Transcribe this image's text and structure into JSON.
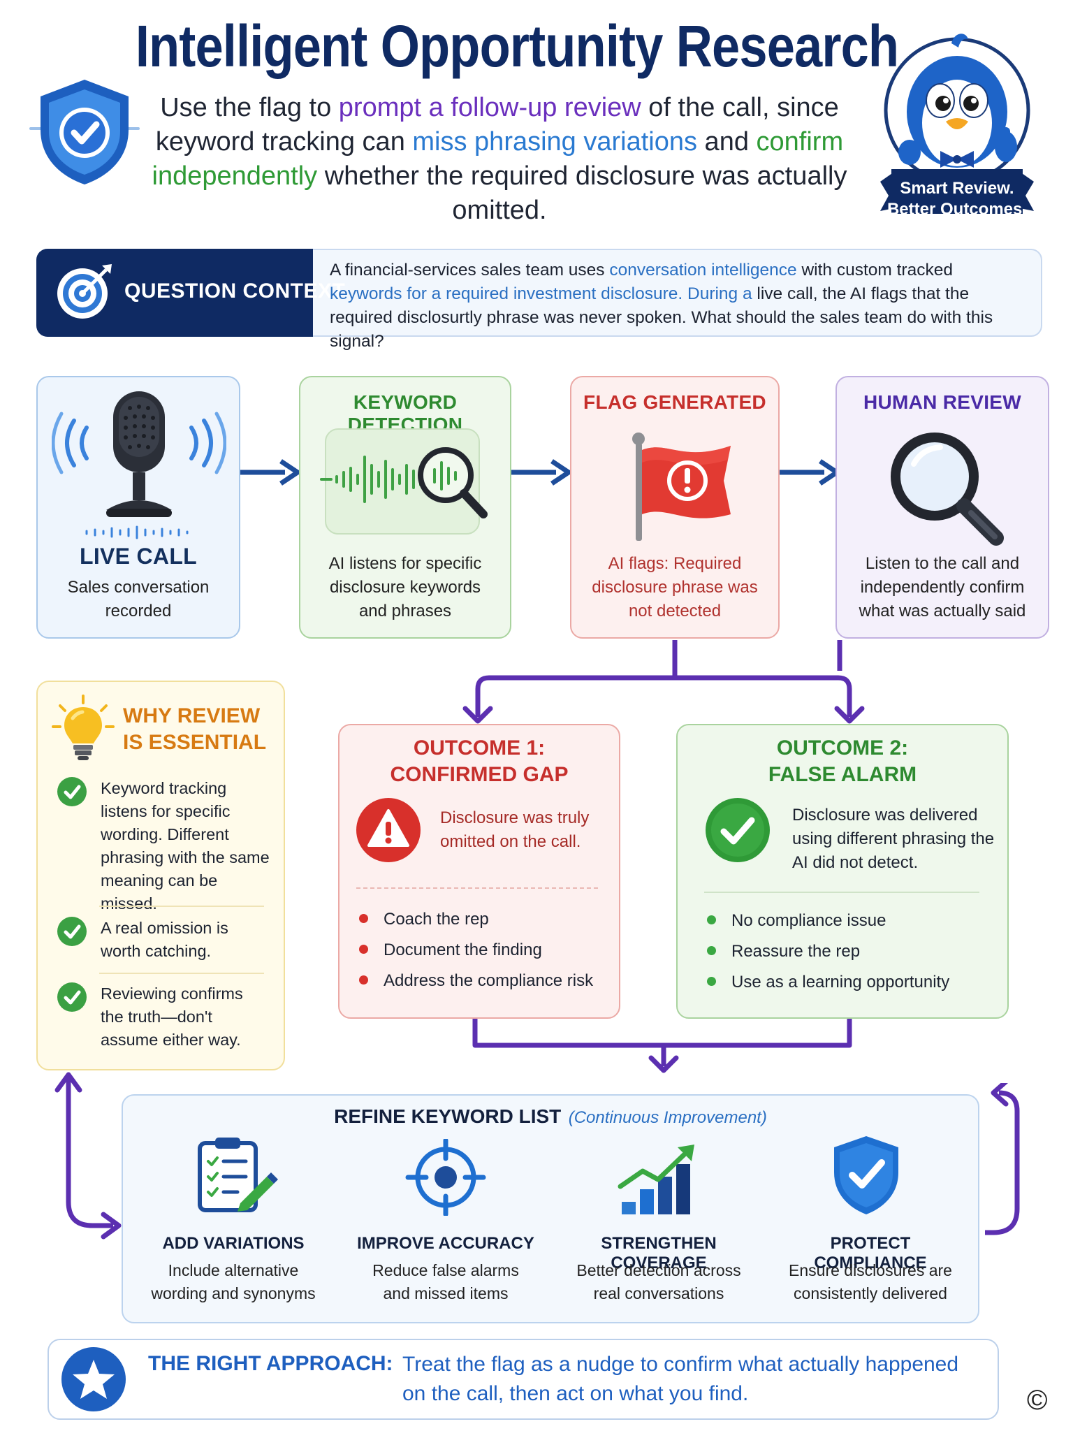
{
  "header": {
    "title": "Intelligent Opportunity Research",
    "lead": {
      "p1": "Use the flag to ",
      "h1": "prompt a follow-up review",
      "p2": " of the call, since keyword tracking can ",
      "h2": "miss phrasing variations",
      "p3": " and ",
      "h3": "confirm independently",
      "p4": " whether the required disclosure was actually omitted."
    },
    "badge_line1": "Smart Review.",
    "badge_line2": "Better Outcomes."
  },
  "context": {
    "label": "QUESTION CONTEXT",
    "t1": "A financial-services sales team uses ",
    "b1": "conversation intelligence",
    "t2": " with custom tracked ",
    "b2": "keywords for a required investment disclosure. During a",
    "t3": " live call, the AI flags that the required disclosurtly phrase was never spoken. What should the sales team do with this signal?"
  },
  "steps": [
    {
      "title": "LIVE CALL",
      "desc": "Sales conversation recorded"
    },
    {
      "title": "KEYWORD DETECTION",
      "desc": "AI listens for specific disclosure keywords and phrases"
    },
    {
      "title": "FLAG GENERATED",
      "desc": "AI flags: Required disclosure phrase was not detected"
    },
    {
      "title": "HUMAN REVIEW",
      "desc": "Listen to the call and independently confirm what was actually said"
    }
  ],
  "why": {
    "title_l1": "WHY REVIEW",
    "title_l2": "IS ESSENTIAL",
    "items": [
      "Keyword tracking listens for specific wording. Different phrasing with the same meaning can be missed.",
      "A real omission is worth catching.",
      "Reviewing confirms the truth—don't assume either way."
    ]
  },
  "outcome1": {
    "title_l1": "OUTCOME 1:",
    "title_l2": "CONFIRMED GAP",
    "desc": "Disclosure was truly omitted on the call.",
    "bullets": [
      "Coach the rep",
      "Document the finding",
      "Address the compliance risk"
    ]
  },
  "outcome2": {
    "title_l1": "OUTCOME 2:",
    "title_l2": "FALSE ALARM",
    "desc": "Disclosure was delivered using different phrasing the AI did not detect.",
    "bullets": [
      "No compliance issue",
      "Reassure the rep",
      "Use as a learning opportunity"
    ]
  },
  "refine": {
    "title": "REFINE KEYWORD LIST",
    "subtitle": "(Continuous Improvement)",
    "items": [
      {
        "title": "ADD VARIATIONS",
        "desc": "Include alternative wording and synonyms"
      },
      {
        "title": "IMPROVE ACCURACY",
        "desc": "Reduce false alarms and missed items"
      },
      {
        "title": "STRENGTHEN COVERAGE",
        "desc": "Better detection across real conversations"
      },
      {
        "title": "PROTECT COMPLIANCE",
        "desc": "Ensure disclosures are consistently delivered"
      }
    ]
  },
  "approach": {
    "label": "THE RIGHT APPROACH:",
    "text": "Treat the flag as a nudge to confirm what actually happened on the call, then act on what you find."
  },
  "footer": {
    "copyright": "©"
  },
  "colors": {
    "navy": "#0f2a63",
    "blue": "#2a6fc2",
    "green": "#2e9a35",
    "red": "#c62f2c",
    "purple": "#5b2fb0",
    "orange": "#d77a12"
  }
}
